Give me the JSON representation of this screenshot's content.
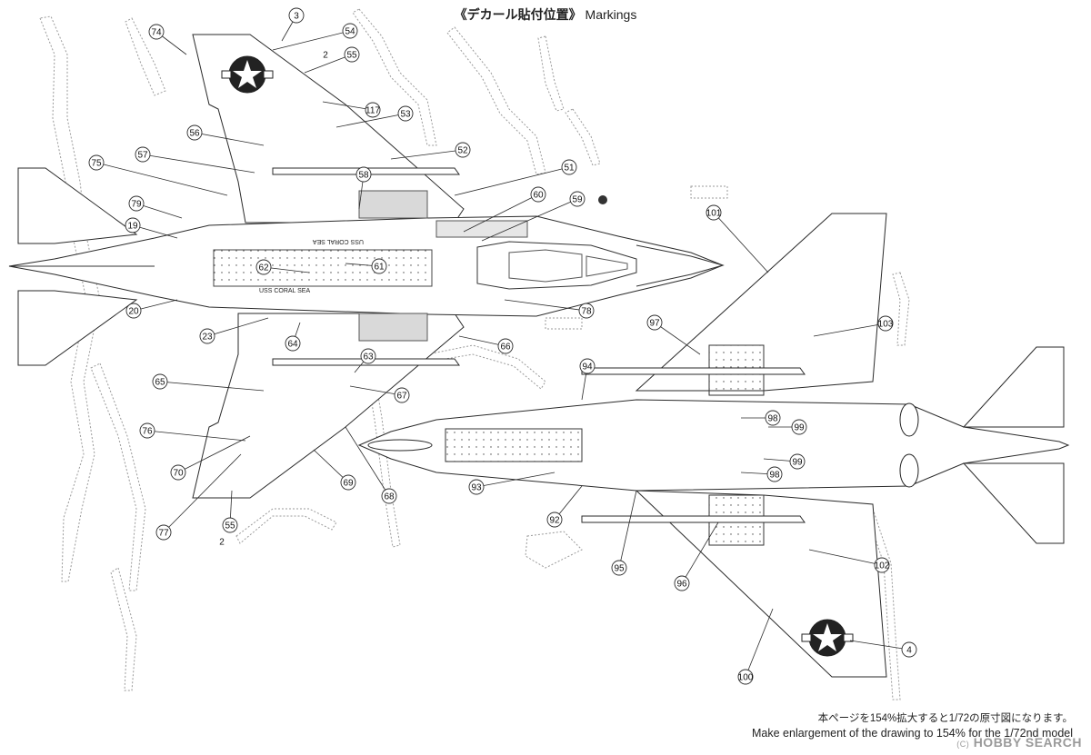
{
  "header": {
    "title_jp": "《デカール貼付位置》",
    "title_en": "Markings"
  },
  "footer": {
    "note_jp": "本ページを154%拡大すると1/72の原寸図になります。",
    "note_en": "Make enlargement of the drawing to 154% for the 1/72nd model"
  },
  "watermark": {
    "brand": "HOBBY SEARCH",
    "mark": "(C)"
  },
  "fuselage_texts": {
    "uss_top": "USS CORAL SEA",
    "uss_bottom": "USS CORAL SEA"
  },
  "callouts_top_view": [
    "3",
    "74",
    "54",
    "55",
    "2",
    "117",
    "53",
    "56",
    "52",
    "57",
    "75",
    "51",
    "58",
    "60",
    "59",
    "79",
    "19",
    "61",
    "62",
    "20",
    "78",
    "23",
    "64",
    "66",
    "63",
    "65",
    "67",
    "76",
    "70",
    "69",
    "68",
    "77",
    "55",
    "2"
  ],
  "callouts_bottom_view": [
    "101",
    "97",
    "103",
    "94",
    "98",
    "99",
    "99",
    "98",
    "93",
    "92",
    "95",
    "96",
    "102",
    "4",
    "100"
  ],
  "colors": {
    "line": "#2a2a2a",
    "callout_fill": "#ffffff",
    "grey_panel": "#d9d9d9",
    "insignia": "#222222",
    "watermark": "#9a9a9a"
  }
}
